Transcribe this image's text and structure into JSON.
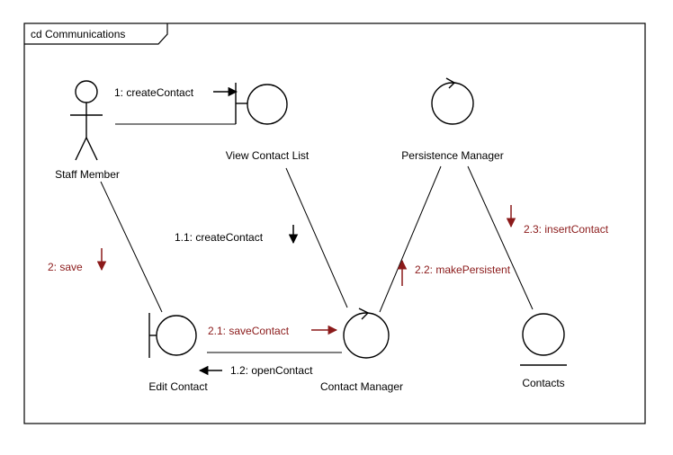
{
  "frame": {
    "title": "cd Communications"
  },
  "actors": [
    {
      "label": "Staff Member"
    }
  ],
  "boundaries": [
    {
      "label": "View Contact List"
    },
    {
      "label": "Edit Contact"
    }
  ],
  "controls": [
    {
      "label": "Persistence Manager"
    },
    {
      "label": "Contact Manager"
    }
  ],
  "entities": [
    {
      "label": "Contacts"
    }
  ],
  "messages": [
    {
      "label": "1: createContact",
      "direction": "right",
      "color": "#000000"
    },
    {
      "label": "1.1: createContact",
      "direction": "down",
      "color": "#000000"
    },
    {
      "label": "2: save",
      "direction": "down",
      "color": "#8b1a1a"
    },
    {
      "label": "2.1: saveContact",
      "direction": "right",
      "color": "#8b1a1a"
    },
    {
      "label": "1.2: openContact",
      "direction": "left",
      "color": "#000000"
    },
    {
      "label": "2.2: makePersistent",
      "direction": "up",
      "color": "#8b1a1a"
    },
    {
      "label": "2.3: insertContact",
      "direction": "down",
      "color": "#8b1a1a"
    }
  ]
}
